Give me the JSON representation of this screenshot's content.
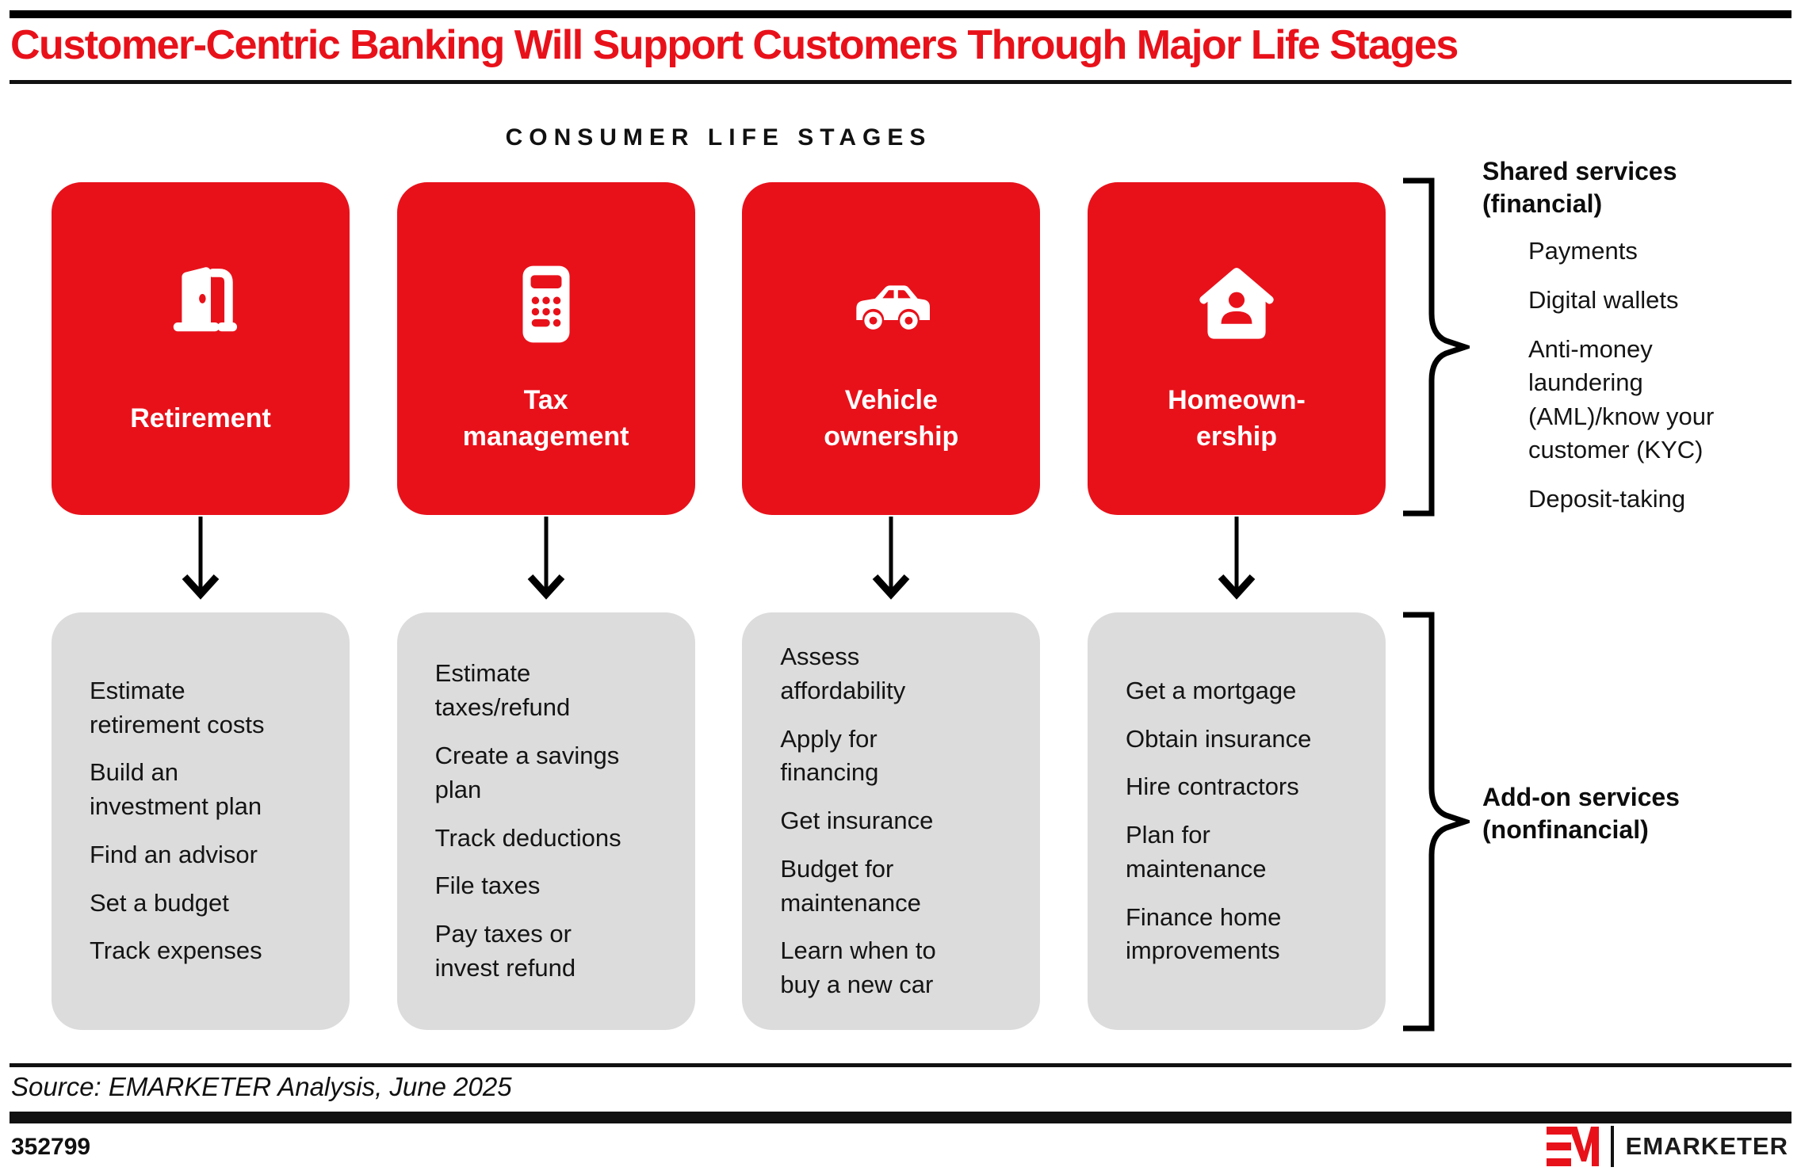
{
  "header": {
    "title": "Customer-Centric Banking Will Support Customers Through Major Life Stages",
    "section_label": "CONSUMER LIFE STAGES"
  },
  "stages": [
    {
      "name": "retirement",
      "icon": "door-open-icon",
      "label": "Retirement",
      "tasks": [
        "Estimate\nretirement costs",
        "Build an\ninvestment plan",
        "Find an advisor",
        "Set a budget",
        "Track expenses"
      ]
    },
    {
      "name": "tax-management",
      "icon": "calculator-icon",
      "label": "Tax\nmanagement",
      "tasks": [
        "Estimate\ntaxes/refund",
        "Create a savings\nplan",
        "Track deductions",
        "File taxes",
        "Pay taxes or\ninvest refund"
      ]
    },
    {
      "name": "vehicle-ownership",
      "icon": "car-icon",
      "label": "Vehicle\nownership",
      "tasks": [
        "Assess\naffordability",
        "Apply for\nfinancing",
        "Get insurance",
        "Budget for\nmaintenance",
        "Learn when to\nbuy a new car"
      ]
    },
    {
      "name": "homeownership",
      "icon": "house-person-icon",
      "label": "Homeown-\nership",
      "tasks": [
        "Get a mortgage",
        "Obtain insurance",
        "Hire contractors",
        "Plan for\nmaintenance",
        "Finance home\nimprovements"
      ]
    }
  ],
  "shared_services": {
    "header": "Shared services\n(financial)",
    "items": [
      "Payments",
      "Digital wallets",
      "Anti-money\nlaundering\n(AML)/know your\ncustomer (KYC)",
      "Deposit-taking"
    ]
  },
  "addon_services": {
    "header": "Add-on services\n(nonfinancial)"
  },
  "footer": {
    "source": "Source: EMARKETER Analysis, June 2025",
    "chart_id": "352799",
    "brand": "EMARKETER",
    "logo": "em-logo"
  },
  "colors": {
    "accent_red": "#E8111A",
    "card_gray": "#DCDCDC",
    "bar_black": "#111111"
  }
}
